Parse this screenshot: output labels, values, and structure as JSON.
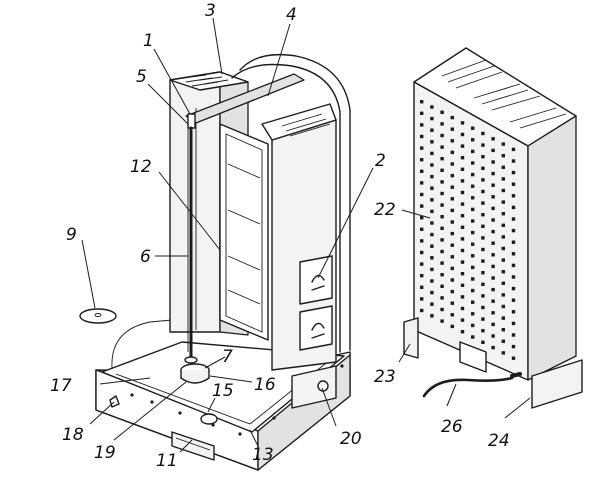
{
  "labels": {
    "l1": "1",
    "l2": "2",
    "l3": "3",
    "l4": "4",
    "l5": "5",
    "l6": "6",
    "l7": "7",
    "l9": "9",
    "l11": "11",
    "l12": "12",
    "l13": "13",
    "l15": "15",
    "l16": "16",
    "l17": "17",
    "l18": "18",
    "l19": "19",
    "l20": "20",
    "l22": "22",
    "l23": "23",
    "l24": "24",
    "l26": "26"
  }
}
